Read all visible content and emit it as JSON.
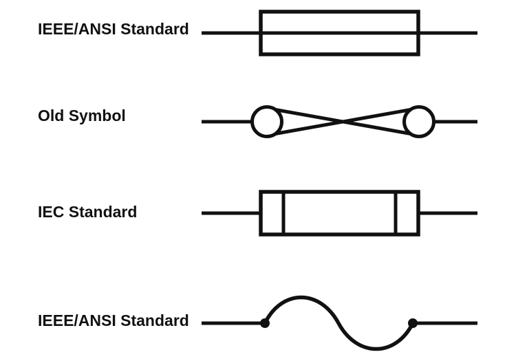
{
  "colors": {
    "ink": "#111111",
    "background": "#ffffff"
  },
  "diagram": {
    "rows": [
      {
        "label": "IEEE/ANSI Standard",
        "symbol": "fuse-cartridge-box-symbol"
      },
      {
        "label": "Old Symbol",
        "symbol": "fuse-crossed-lines-circles-symbol"
      },
      {
        "label": "IEC Standard",
        "symbol": "fuse-box-end-bands-symbol"
      },
      {
        "label": "IEEE/ANSI Standard",
        "symbol": "fuse-s-curve-symbol"
      }
    ]
  }
}
